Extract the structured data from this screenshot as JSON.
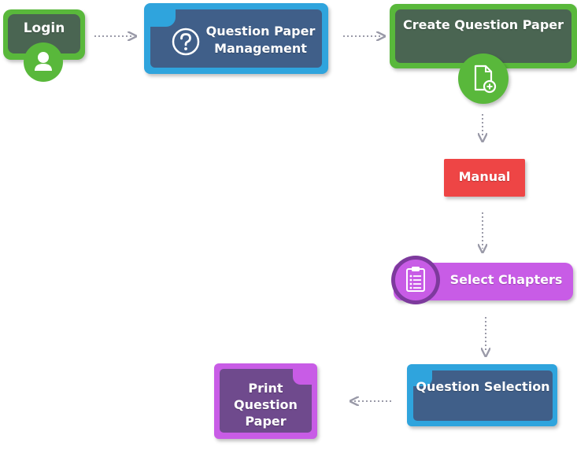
{
  "nodes": {
    "login": "Login",
    "question_paper_management": "Question Paper Management",
    "create_question_paper": "Create Question Paper",
    "manual": "Manual",
    "select_chapters": "Select Chapters",
    "question_selection": "Question Selection",
    "print_question_paper": "Print Question Paper"
  },
  "icons": {
    "login": "user-icon",
    "question_paper_management": "question-mark-icon",
    "create_question_paper": "add-document-icon",
    "select_chapters": "clipboard-list-icon"
  },
  "colors": {
    "green": "#59b83b",
    "dark_green": "#4a6552",
    "blue": "#2fa4dd",
    "navy": "#405f89",
    "red": "#ee4545",
    "purple": "#c85ce6",
    "dark_purple": "#6f4a8d",
    "connector": "#9a9aa8"
  }
}
